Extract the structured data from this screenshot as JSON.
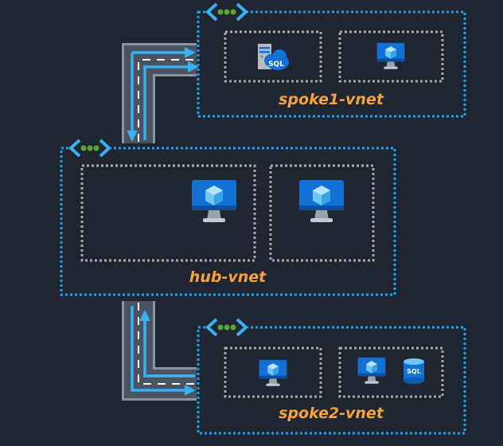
{
  "colors": {
    "background": "#1f2631",
    "vnet_border": "#1ea0f0",
    "subnet_border": "#a7a7a7",
    "label": "#f4a340",
    "road": "#4a5361",
    "road_edge": "#8a939e",
    "route_arrow": "#39b0ef",
    "peering_dots": "#5aa332",
    "vm_screen": "#1171d4",
    "vm_cube": "#72c7f2"
  },
  "vnets": {
    "spoke1": {
      "label": "spoke1-vnet"
    },
    "hub": {
      "label": "hub-vnet"
    },
    "spoke2": {
      "label": "spoke2-vnet"
    }
  },
  "icons": {
    "peering": "peering-icon",
    "vm": "virtual-machine-icon",
    "sql_server": "sql-server-icon",
    "sql_database": "sql-database-icon"
  },
  "sql": {
    "server_text": "SQL",
    "database_text": "SQL"
  }
}
